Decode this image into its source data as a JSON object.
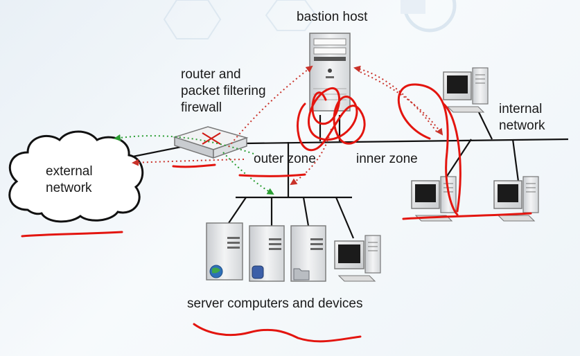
{
  "labels": {
    "bastion_host": "bastion host",
    "router_firewall": "router and\npacket filtering\nfirewall",
    "internal_network": "internal\nnetwork",
    "external_network": "external\nnetwork",
    "outer_zone": "outer zone",
    "inner_zone": "inner zone",
    "servers": "server computers and devices"
  },
  "colors": {
    "network_line": "#111111",
    "annotation_red": "#e3150f",
    "flow_red": "#c9322a",
    "flow_green": "#2a9d32",
    "device_gray": "#e4e6e8",
    "screen_dark": "#1b1b1b"
  },
  "icons": {
    "bastion": "tower-server-icon",
    "router": "router-firewall-icon",
    "cloud": "cloud-icon",
    "workstation": "desktop-computer-icon",
    "server": "tower-server-icon"
  }
}
